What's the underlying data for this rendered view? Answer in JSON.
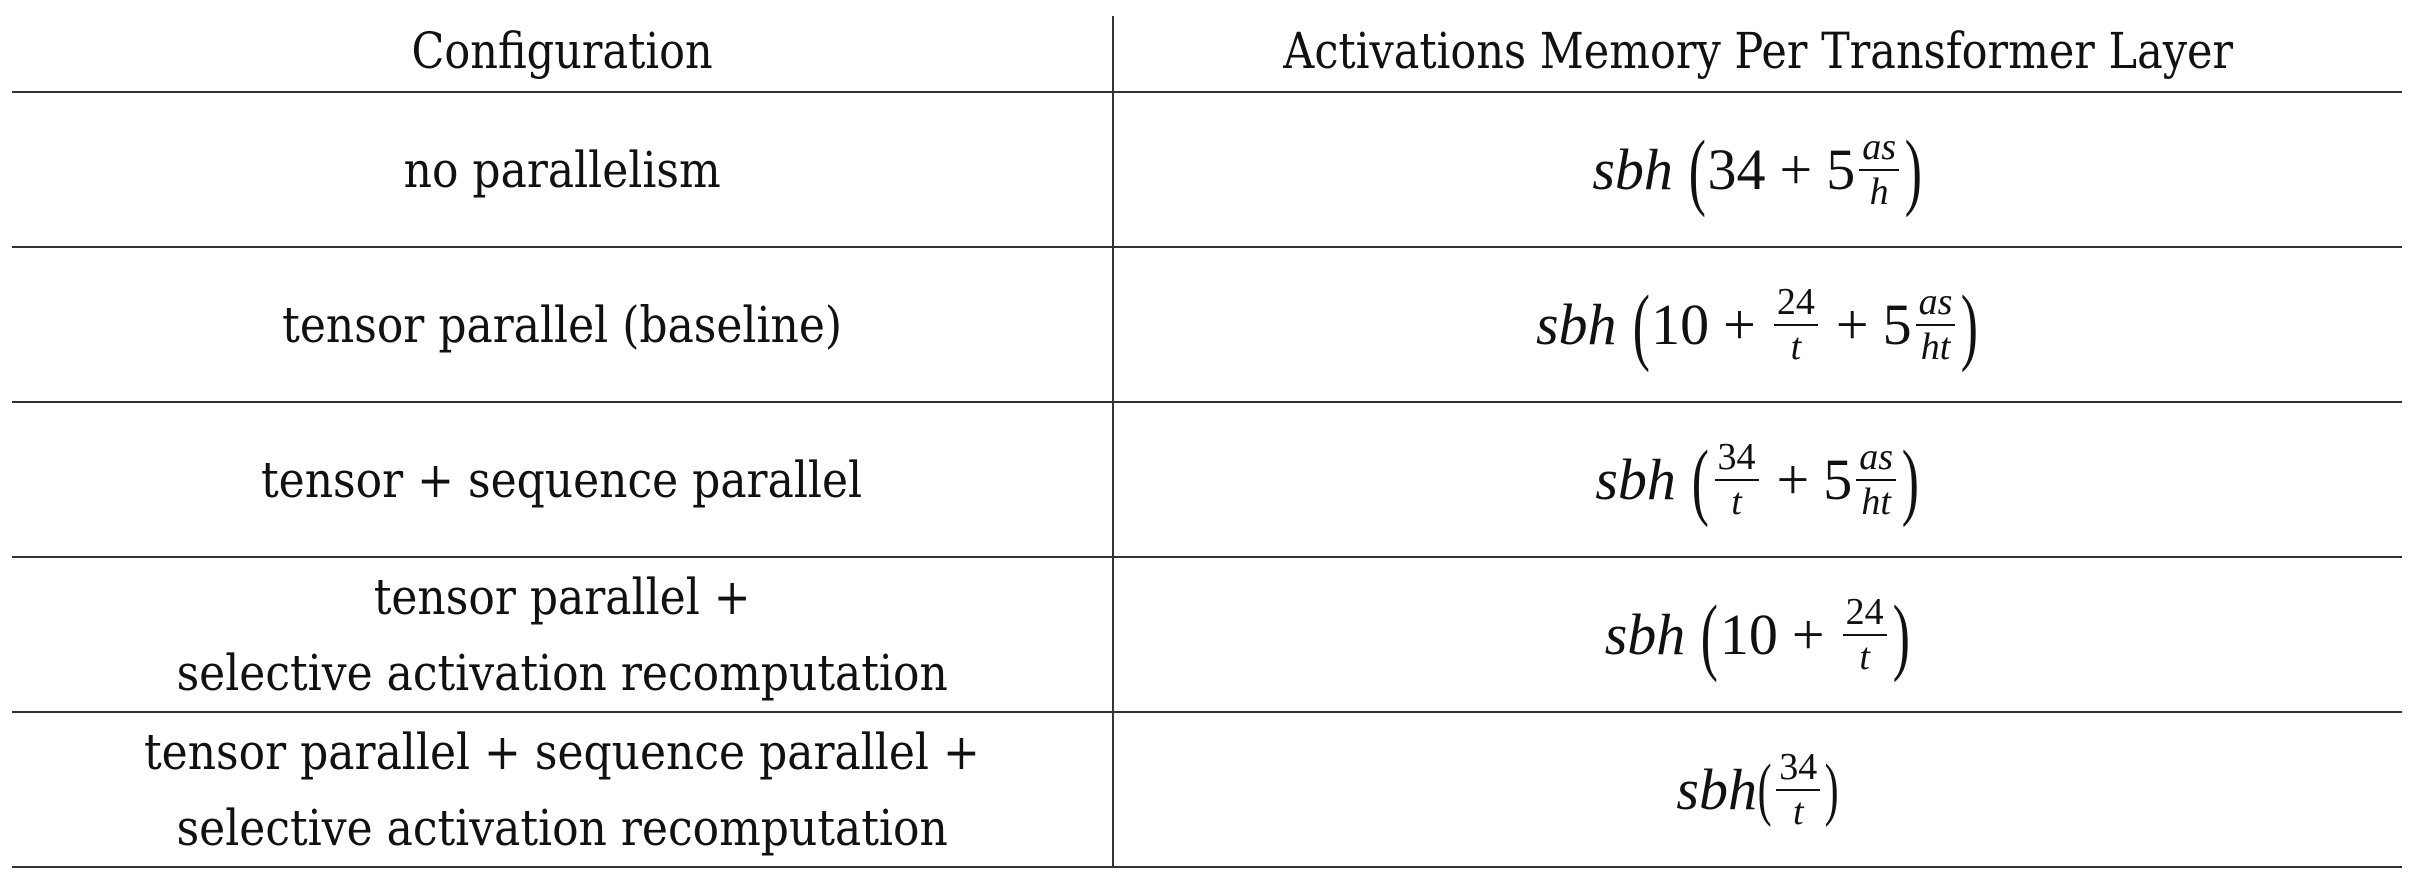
{
  "table": {
    "headers": {
      "configuration": "Configuration",
      "memory": "Activations Memory Per Transformer Layer"
    },
    "rows": [
      {
        "configuration_lines": [
          "no parallelism"
        ],
        "memory": {
          "prefix": "sbh",
          "terms": [
            {
              "type": "number",
              "value": "34"
            },
            {
              "type": "op",
              "value": "+"
            },
            {
              "type": "number",
              "value": "5"
            },
            {
              "type": "frac",
              "num": "as",
              "den": "h"
            }
          ],
          "latex": "sbh\\left(34 + 5\\frac{as}{h}\\right)"
        }
      },
      {
        "configuration_lines": [
          "tensor parallel (baseline)"
        ],
        "memory": {
          "prefix": "sbh",
          "terms": [
            {
              "type": "number",
              "value": "10"
            },
            {
              "type": "op",
              "value": "+"
            },
            {
              "type": "frac",
              "num": "24",
              "den": "t"
            },
            {
              "type": "op",
              "value": "+"
            },
            {
              "type": "number",
              "value": "5"
            },
            {
              "type": "frac",
              "num": "as",
              "den": "ht"
            }
          ],
          "latex": "sbh\\left(10 + \\frac{24}{t} + 5\\frac{as}{ht}\\right)"
        }
      },
      {
        "configuration_lines": [
          "tensor + sequence parallel"
        ],
        "memory": {
          "prefix": "sbh",
          "terms": [
            {
              "type": "frac",
              "num": "34",
              "den": "t"
            },
            {
              "type": "op",
              "value": "+"
            },
            {
              "type": "number",
              "value": "5"
            },
            {
              "type": "frac",
              "num": "as",
              "den": "ht"
            }
          ],
          "latex": "sbh\\left(\\frac{34}{t} + 5\\frac{as}{ht}\\right)"
        }
      },
      {
        "configuration_lines": [
          "tensor parallel +",
          "selective activation recomputation"
        ],
        "memory": {
          "prefix": "sbh",
          "terms": [
            {
              "type": "number",
              "value": "10"
            },
            {
              "type": "op",
              "value": "+"
            },
            {
              "type": "frac",
              "num": "24",
              "den": "t"
            }
          ],
          "latex": "sbh\\left(10 + \\frac{24}{t}\\right)"
        }
      },
      {
        "configuration_lines": [
          "tensor parallel + sequence parallel +",
          "selective activation recomputation"
        ],
        "memory": {
          "prefix": "sbh",
          "terms": [
            {
              "type": "frac",
              "num": "34",
              "den": "t"
            }
          ],
          "latex": "sbh(\\frac{34}{t})"
        }
      }
    ]
  },
  "symbols": {
    "plus": "+",
    "lparen": "(",
    "rparen": ")"
  },
  "colors": {
    "text": "#111111",
    "rule": "#333333",
    "background": "#ffffff"
  }
}
